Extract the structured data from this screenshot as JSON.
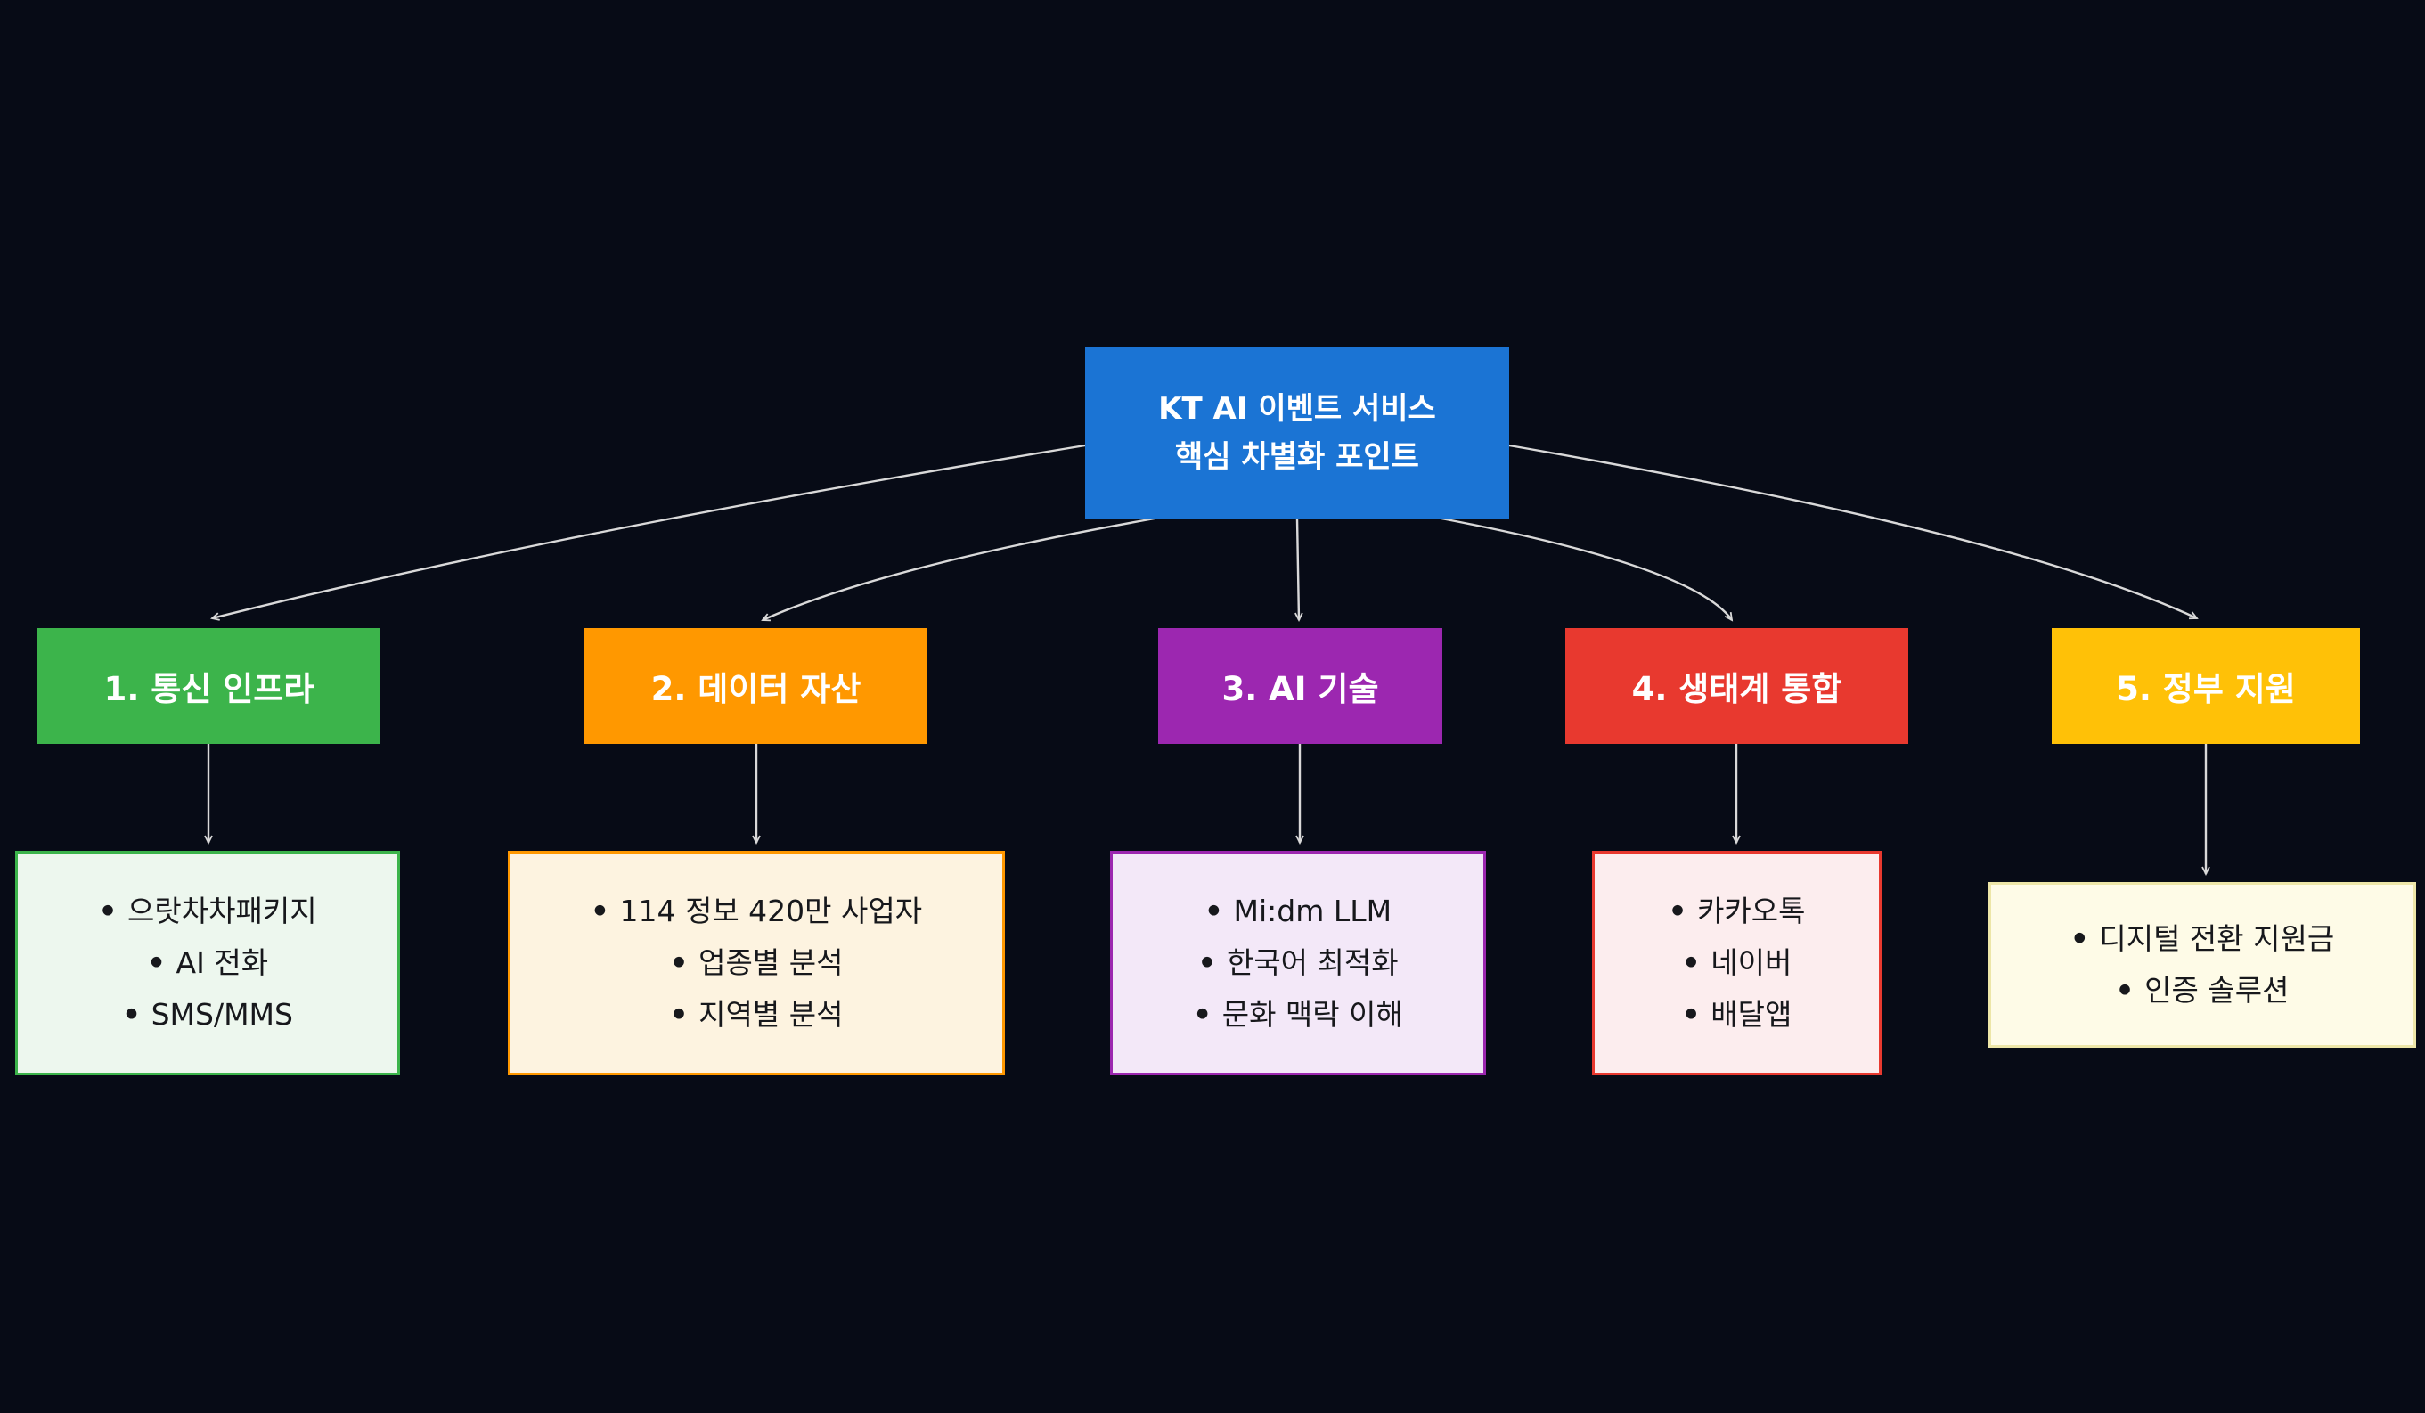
{
  "theme": {
    "background": "#070B16",
    "connector": "#D9D9D9"
  },
  "root": {
    "title_line1": "KT AI 이벤트 서비스",
    "title_line2": "핵심 차별화 포인트",
    "color": "#1B74D4",
    "text_color": "#FFFFFF"
  },
  "branches": [
    {
      "label": "1. 통신 인프라",
      "color": "#3CB44B",
      "detail_bg": "#EDF7EE",
      "detail_border": "#3CB44B",
      "items": [
        "으랏차차패키지",
        "AI 전화",
        "SMS/MMS"
      ]
    },
    {
      "label": "2. 데이터 자산",
      "color": "#FF9800",
      "detail_bg": "#FDF3E0",
      "detail_border": "#FF9800",
      "items": [
        "114 정보 420만 사업자",
        "업종별 분석",
        "지역별 분석"
      ]
    },
    {
      "label": "3. AI 기술",
      "color": "#9C27B0",
      "detail_bg": "#F3E8F8",
      "detail_border": "#9C27B0",
      "items": [
        "Mi:dm LLM",
        "한국어 최적화",
        "문화 맥락 이해"
      ]
    },
    {
      "label": "4. 생태계 통합",
      "color": "#E8392F",
      "detail_bg": "#FCEDEE",
      "detail_border": "#E8392F",
      "items": [
        "카카오톡",
        "네이버",
        "배달앱"
      ]
    },
    {
      "label": "5. 정부 지원",
      "color": "#FFC107",
      "detail_bg": "#FEFBE7",
      "detail_border": "#EDE6A8",
      "items": [
        "디지털 전환 지원금",
        "인증 솔루션"
      ]
    }
  ]
}
